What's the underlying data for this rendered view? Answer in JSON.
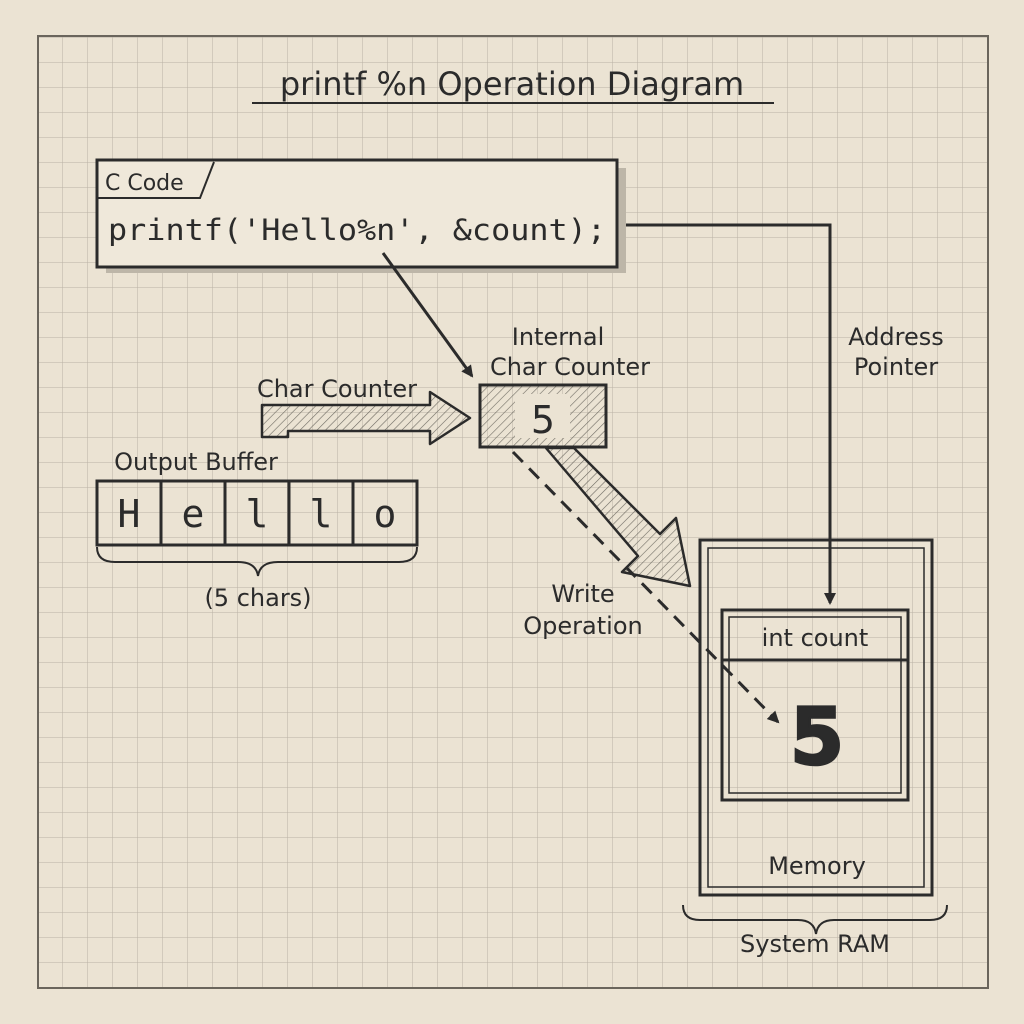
{
  "title": "printf %n Operation Diagram",
  "code_box": {
    "tab_label": "C Code",
    "code": "printf('Hello%n', &count);"
  },
  "output_buffer": {
    "label": "Output Buffer",
    "cells": [
      "H",
      "e",
      "l",
      "l",
      "o"
    ],
    "brace_label": "(5 chars)"
  },
  "char_counter_arrow_label": "Char Counter",
  "internal_counter": {
    "label_line1": "Internal",
    "label_line2": "Char Counter",
    "value": "5"
  },
  "address_pointer": {
    "line1": "Address",
    "line2": "Pointer"
  },
  "write_operation": {
    "line1": "Write",
    "line2": "Operation"
  },
  "memory": {
    "variable_label": "int count",
    "value": "5",
    "label": "Memory",
    "brace_label": "System RAM"
  }
}
